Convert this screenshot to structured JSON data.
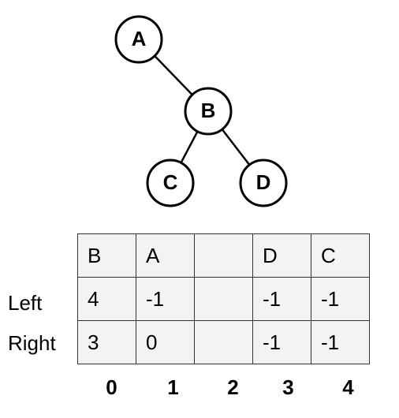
{
  "tree": {
    "nodes": [
      {
        "id": "A",
        "label": "A"
      },
      {
        "id": "B",
        "label": "B"
      },
      {
        "id": "C",
        "label": "C"
      },
      {
        "id": "D",
        "label": "D"
      }
    ],
    "edges": [
      [
        "A",
        "B"
      ],
      [
        "B",
        "C"
      ],
      [
        "B",
        "D"
      ]
    ]
  },
  "table": {
    "row_labels": {
      "left": "Left",
      "right": "Right"
    },
    "values_row": [
      "B",
      "A",
      "",
      "D",
      "C"
    ],
    "left_row": [
      "4",
      "-1",
      "",
      "-1",
      "-1"
    ],
    "right_row": [
      "3",
      "0",
      "",
      "-1",
      "-1"
    ],
    "indices": [
      "0",
      "1",
      "2",
      "3",
      "4"
    ]
  }
}
